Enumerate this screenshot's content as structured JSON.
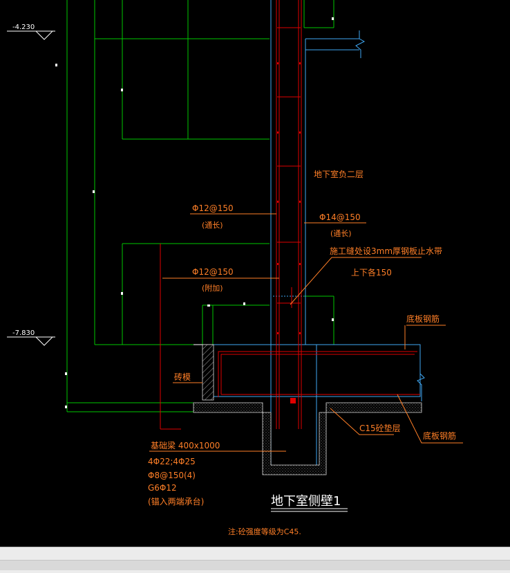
{
  "drawing": {
    "level_top": "-4.230",
    "level_bottom": "-7.830",
    "floor_label": "地下室负二层",
    "rebar_left_1": "Φ12@150",
    "rebar_left_1_note": "(通长)",
    "rebar_right": "Φ14@150",
    "rebar_right_note": "(通长)",
    "waterstop_line1": "施工缝处设3mm厚钢板止水带",
    "waterstop_line2": "上下各150",
    "rebar_left_2": "Φ12@150",
    "rebar_left_2_note": "(附加)",
    "slab_rebar_top": "底板钢筋",
    "brick_label": "砖模",
    "cushion_label": "C15砼垫层",
    "slab_rebar_bottom": "底板钢筋",
    "beam_title": "基础梁 400x1000",
    "beam_line2": "4Φ22;4Φ25",
    "beam_line3": "Φ8@150(4)",
    "beam_line4": "G6Φ12",
    "beam_line5": "(锚入两端承台)",
    "section_title": "地下室侧壁1",
    "note": "注:砼强度等级为C45."
  },
  "colors": {
    "background": "#000000",
    "green": "#00c800",
    "red": "#e00000",
    "cyan": "#3fa9f5",
    "white": "#ffffff",
    "orange": "#ff7f27"
  }
}
